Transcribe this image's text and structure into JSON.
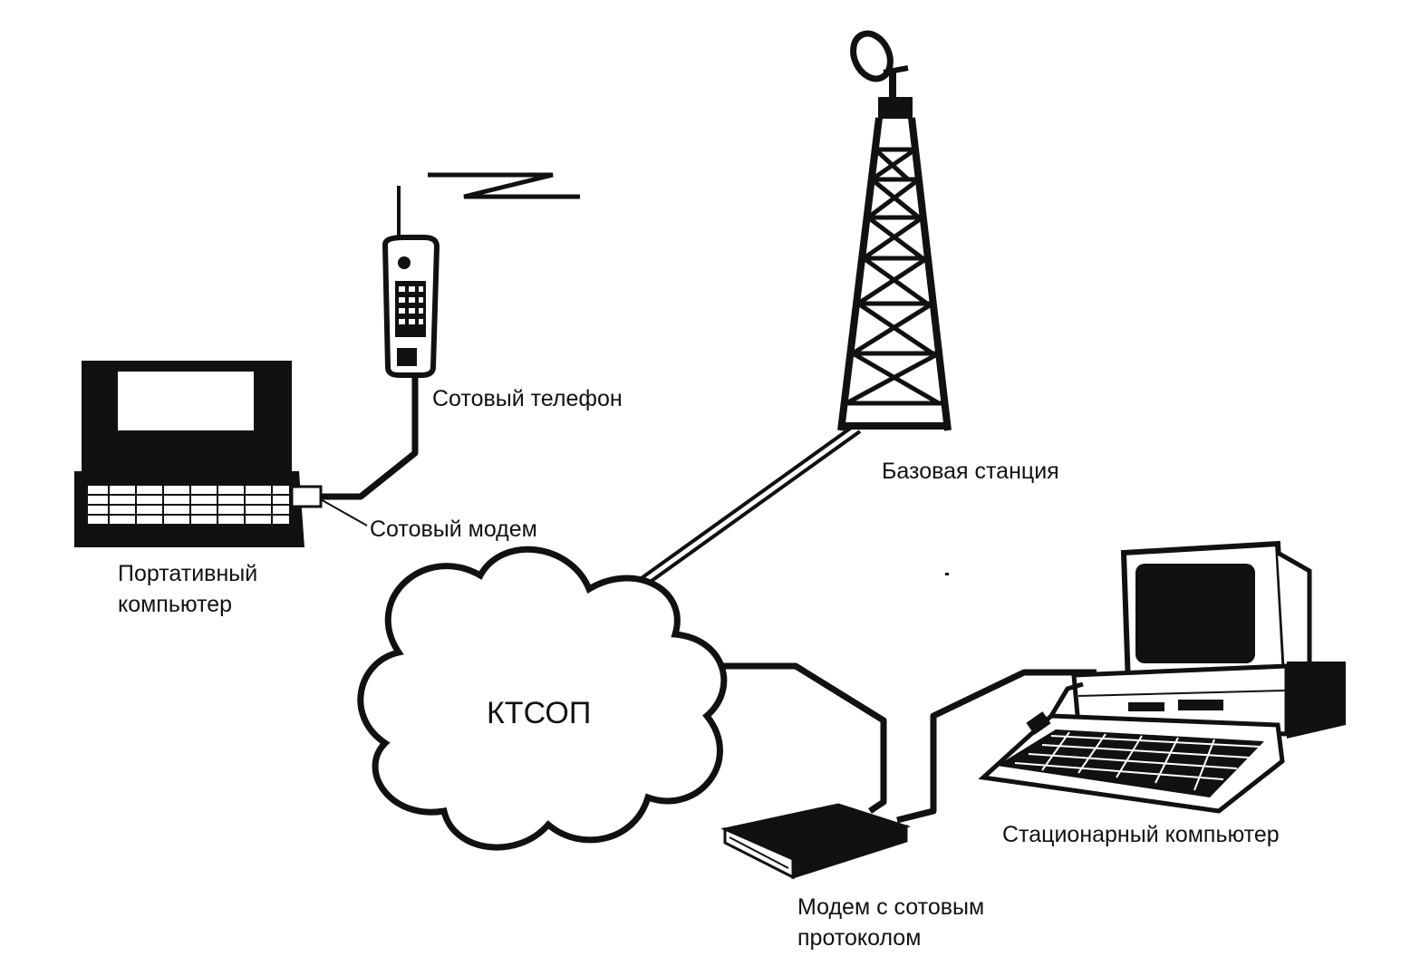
{
  "labels": {
    "cell_phone": "Сотовый телефон",
    "base_station": "Базовая станция",
    "cell_modem": "Сотовый модем",
    "laptop_line1": "Портативный",
    "laptop_line2": "компьютер",
    "network": "КТСОП",
    "desktop": "Стационарный компьютер",
    "protocol_modem_line1": "Модем с сотовым",
    "protocol_modem_line2": "протоколом"
  },
  "icons": {
    "laptop": "laptop-icon",
    "phone": "cell-phone-icon",
    "tower": "radio-tower-icon",
    "cloud": "network-cloud-icon",
    "modem": "modem-icon",
    "desktop": "desktop-computer-icon",
    "signal": "radio-signal-icon"
  },
  "colors": {
    "ink": "#111111",
    "background": "#ffffff"
  }
}
